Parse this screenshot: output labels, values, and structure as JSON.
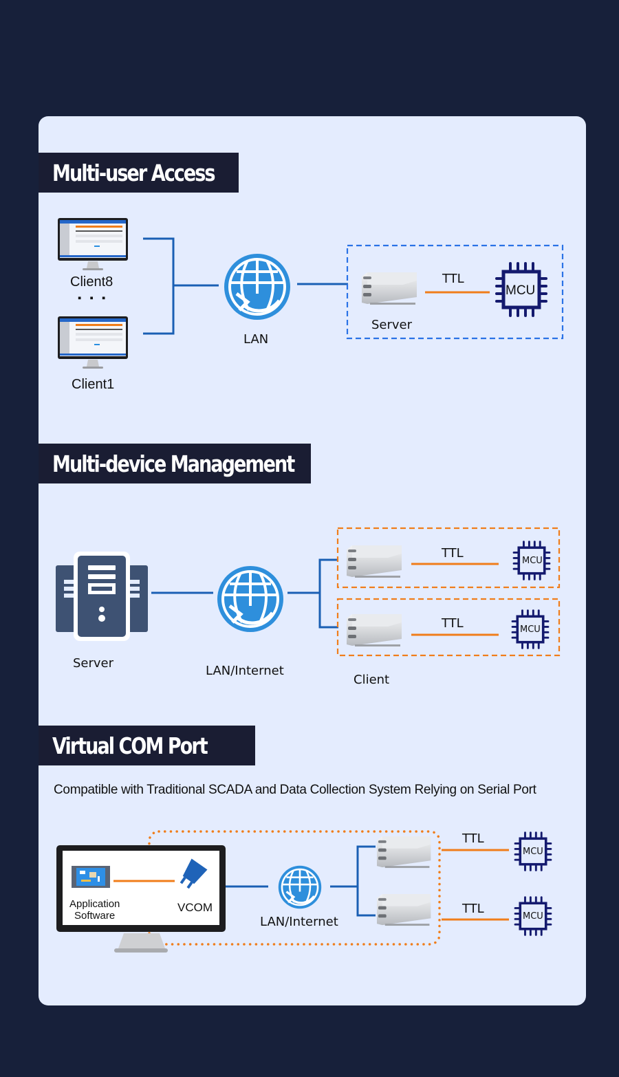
{
  "colors": {
    "page_bg": "#17203a",
    "card_bg": "#e4ecfe",
    "heading_bg": "#1a1d33",
    "link_blue": "#1a5fb4",
    "globe_blue": "#2e8fdc",
    "ttl_orange": "#f07d1a",
    "mcu_navy": "#141a6e",
    "server_slate": "#3e5273"
  },
  "sections": {
    "multi_user": {
      "title": "Multi-user Access",
      "clients": [
        "Client8",
        "Client1"
      ],
      "ellipsis": "▪ ▪ ▪",
      "network_label": "LAN",
      "device_label": "Server",
      "link_label": "TTL",
      "mcu_label": "MCU"
    },
    "multi_device": {
      "title": "Multi-device Management",
      "server_label": "Server",
      "network_label": "LAN/Internet",
      "client_label": "Client",
      "links": [
        {
          "link_label": "TTL",
          "mcu_label": "MCU"
        },
        {
          "link_label": "TTL",
          "mcu_label": "MCU"
        }
      ]
    },
    "virtual_com": {
      "title": "Virtual COM Port",
      "subtitle": "Compatible with Traditional SCADA and Data Collection System Relying on Serial Port",
      "app_label_line1": "Application",
      "app_label_line2": "Software",
      "vcom_label": "VCOM",
      "network_label": "LAN/Internet",
      "links": [
        {
          "link_label": "TTL",
          "mcu_label": "MCU"
        },
        {
          "link_label": "TTL",
          "mcu_label": "MCU"
        }
      ]
    }
  }
}
